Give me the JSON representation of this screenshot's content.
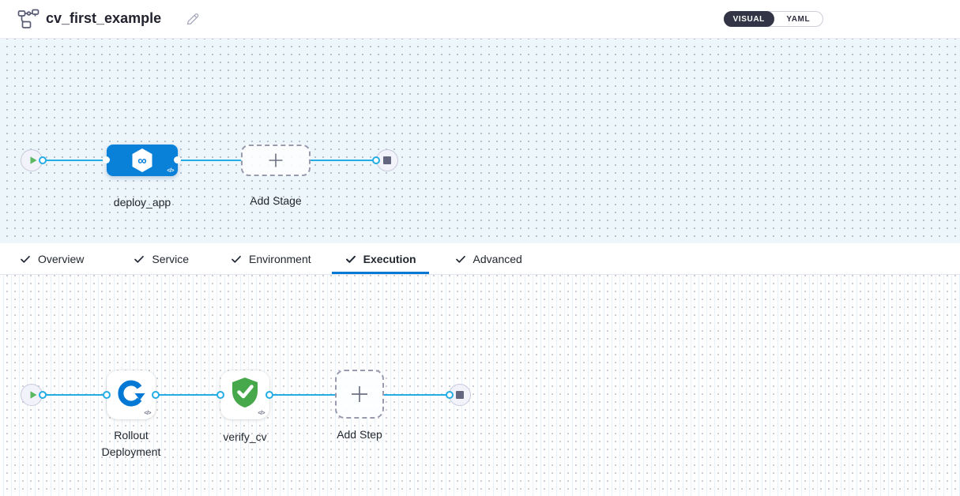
{
  "header": {
    "title": "cv_first_example",
    "pipeline_icon": "pipeline-graph-icon",
    "edit_icon": "edit-pencil-icon",
    "view_toggle": {
      "options": [
        {
          "label": "VISUAL",
          "selected": true
        },
        {
          "label": "YAML",
          "selected": false
        }
      ]
    }
  },
  "stage_canvas": {
    "start_icon": "play-icon",
    "end_icon": "stop-icon",
    "stage": {
      "name": "deploy_app",
      "icon": "cd-hexagon-infinity-icon",
      "code_badge": "</>"
    },
    "add_stage": {
      "label": "Add Stage",
      "icon": "plus-icon"
    }
  },
  "tabs": [
    {
      "label": "Overview",
      "checked": true,
      "active": false
    },
    {
      "label": "Service",
      "checked": true,
      "active": false
    },
    {
      "label": "Environment",
      "checked": true,
      "active": false
    },
    {
      "label": "Execution",
      "checked": true,
      "active": true
    },
    {
      "label": "Advanced",
      "checked": true,
      "active": false
    }
  ],
  "execution_canvas": {
    "start_icon": "play-icon",
    "end_icon": "stop-icon",
    "steps": [
      {
        "name": "Rollout Deployment",
        "icon": "rollout-deployment-icon",
        "code_badge": "</>"
      },
      {
        "name": "verify_cv",
        "icon": "verify-shield-check-icon",
        "code_badge": "</>"
      }
    ],
    "add_step": {
      "label": "Add Step",
      "icon": "plus-icon"
    }
  },
  "colors": {
    "accent_blue": "#0278d5",
    "stage_node_blue": "#0a81d8",
    "connector_cyan": "#23ade4",
    "play_green": "#5cb860",
    "shield_green": "#46a74b",
    "toggle_dark": "#343447",
    "canvas_top_bg": "#edf6fb"
  }
}
